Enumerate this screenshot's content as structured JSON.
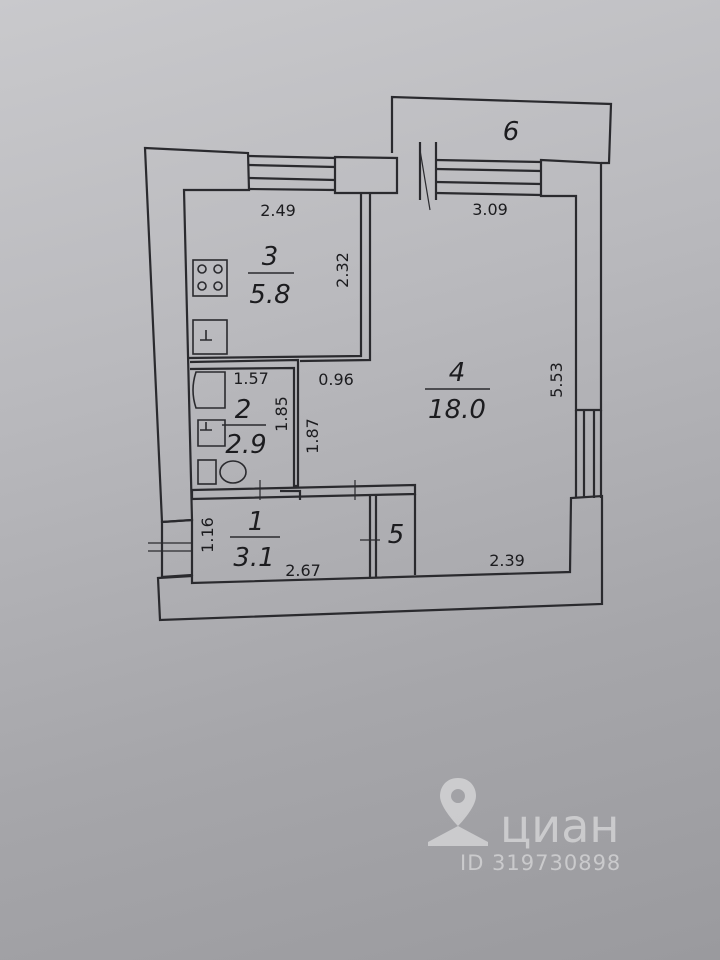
{
  "rooms": [
    {
      "num": "1",
      "area": "3.1"
    },
    {
      "num": "2",
      "area": "2.9"
    },
    {
      "num": "3",
      "area": "5.8"
    },
    {
      "num": "4",
      "area": "18.0"
    },
    {
      "num": "5"
    },
    {
      "num": "6"
    }
  ],
  "dimensions": {
    "kitchen_width": "2.49",
    "kitchen_depth": "2.32",
    "room_width": "3.09",
    "room_depth": "5.53",
    "bath_width": "1.57",
    "bath_depth": "1.85",
    "corridor_width": "0.96",
    "corridor_depth": "1.87",
    "hall_depth": "1.16",
    "hall_width": "2.67",
    "room_bottom_width": "2.39"
  },
  "watermark": {
    "brand": "циан",
    "id_text": "ID 319730898"
  },
  "colors": {
    "ink": "#1c1c1f",
    "wall": "#2a2a2e",
    "paper": "#c4c4c7"
  }
}
